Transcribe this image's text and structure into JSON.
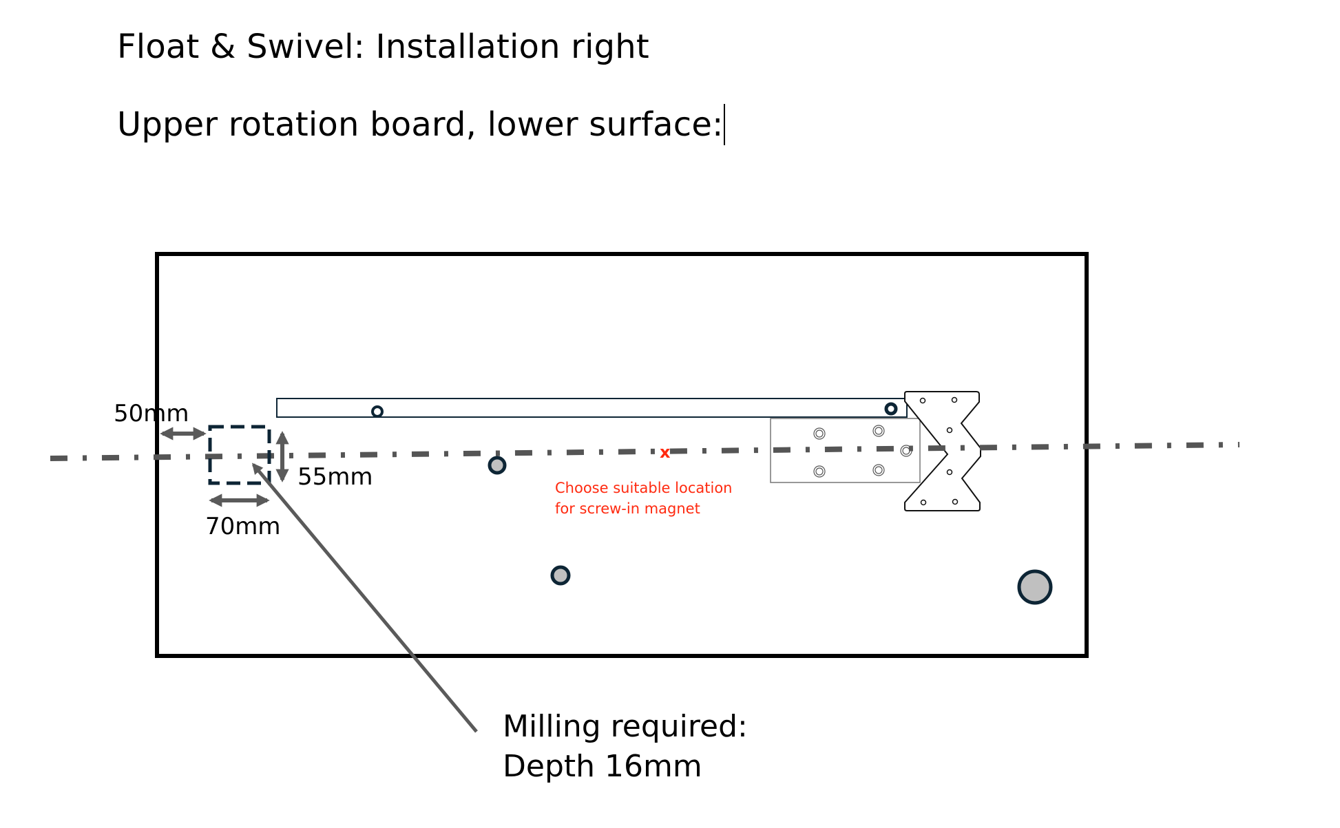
{
  "header": {
    "title": "Float & Swivel: Installation right",
    "subtitle": "Upper rotation board, lower surface:"
  },
  "diagram": {
    "dimensions": {
      "edge_offset": "50mm",
      "pocket_height": "55mm",
      "pocket_width": "70mm"
    },
    "magnet_marker": "x",
    "magnet_note": [
      "Choose suitable location",
      "for screw-in magnet"
    ],
    "milling_note": [
      "Milling required:",
      "Depth 16mm"
    ]
  },
  "colors": {
    "board_outline": "#000000",
    "centerline": "#555555",
    "arrow": "#5a5a5a",
    "pocket_outline": "#0d2535",
    "hole_stroke": "#0d2535",
    "hole_fill": "#c0c0c0",
    "note_red": "#ff2a10"
  }
}
